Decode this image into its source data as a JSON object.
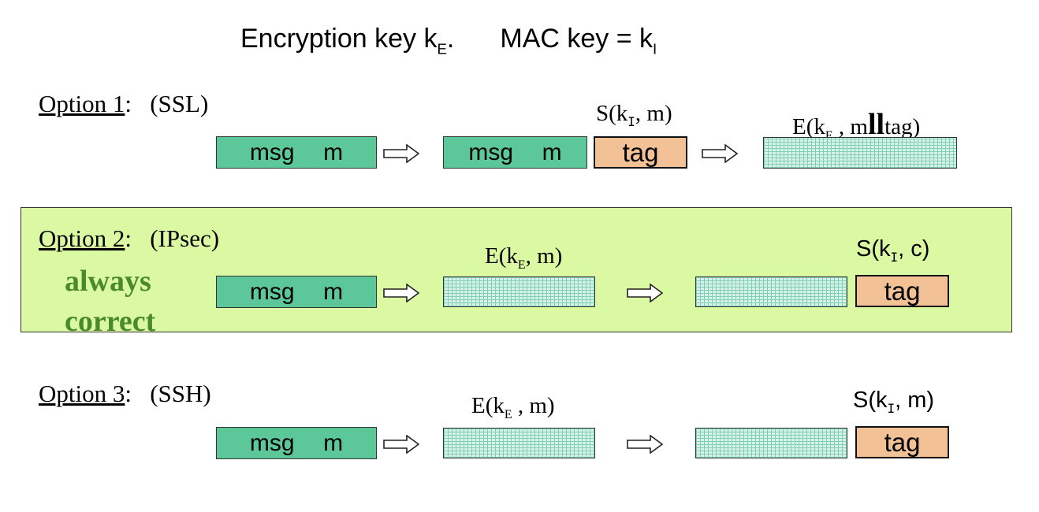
{
  "header": {
    "enc_prefix": "Encryption key  k",
    "enc_sub": "E",
    "enc_suffix": ".",
    "mac_prefix": "MAC key = k",
    "mac_sub": "I"
  },
  "option1": {
    "label_underlined": "Option 1",
    "label_rest": ":   (SSL)",
    "msg": "msg  m",
    "msg2": "msg  m",
    "tag": "tag",
    "mac_formula": {
      "prefix": "S(k",
      "sub": "I",
      "suffix": ", m)"
    },
    "enc_formula": {
      "prefix": "E(k",
      "sub": "E",
      "mid": " , m",
      "bars": "ll",
      "suffix": "tag)"
    }
  },
  "option2": {
    "label_underlined": "Option 2",
    "label_rest": ":   (IPsec)",
    "note_line1": "always",
    "note_line2": "correct",
    "msg": "msg  m",
    "tag": "tag",
    "enc_formula": {
      "prefix": "E(k",
      "sub": "E",
      "suffix": ", m)"
    },
    "mac_formula": {
      "prefix": "S(k",
      "sub": "I",
      "suffix": ", c)"
    },
    "highlight_color": "#daf9a2",
    "note_color": "#4a8a2c"
  },
  "option3": {
    "label_underlined": "Option 3",
    "label_rest": ":   (SSH)",
    "msg": "msg  m",
    "tag": "tag",
    "enc_formula": {
      "prefix": "E(k",
      "sub": "E",
      "suffix": " , m)"
    },
    "mac_formula": {
      "prefix": "S(k",
      "sub": "I",
      "suffix": ", m)"
    }
  },
  "colors": {
    "msg": "#5cc799",
    "tag": "#f2c195",
    "cipher": "#d8f2ea"
  },
  "icons": {
    "arrow": "right-hollow-arrow-icon"
  }
}
